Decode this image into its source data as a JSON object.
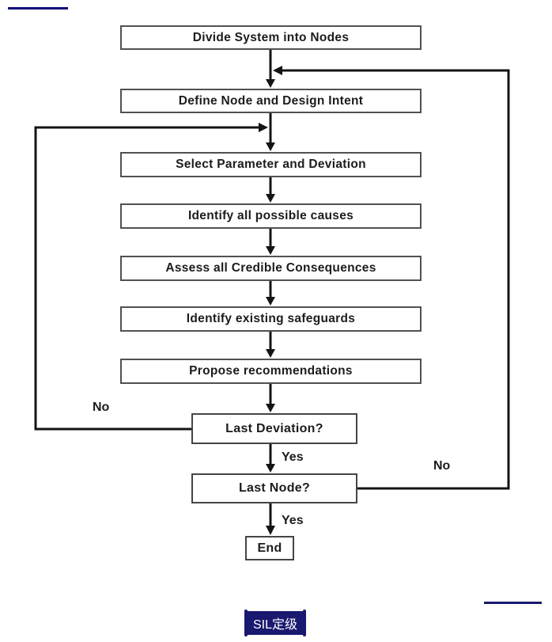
{
  "page": {
    "background": "#ffffff"
  },
  "decorations": {
    "top_left_rule_color": "#0a0a78",
    "bottom_right_rule_color": "#191970"
  },
  "flowchart": {
    "line_color": "#141414",
    "box_border_color": "#515151",
    "text_color": "#1c1c1c",
    "nodes": [
      {
        "id": "divide-system",
        "label": "Divide System into Nodes"
      },
      {
        "id": "define-node",
        "label": "Define Node and Design Intent"
      },
      {
        "id": "select-parameter",
        "label": "Select Parameter and Deviation"
      },
      {
        "id": "identify-causes",
        "label": "Identify all possible causes"
      },
      {
        "id": "assess-consequences",
        "label": "Assess all Credible Consequences"
      },
      {
        "id": "identify-safeguards",
        "label": "Identify existing safeguards"
      },
      {
        "id": "propose-recommendations",
        "label": "Propose recommendations"
      },
      {
        "id": "last-deviation",
        "label": "Last Deviation?"
      },
      {
        "id": "last-node",
        "label": "Last Node?"
      },
      {
        "id": "end",
        "label": "End"
      }
    ],
    "edge_labels": {
      "no_left": "No",
      "yes_after_last_deviation": "Yes",
      "no_right": "No",
      "yes_after_last_node": "Yes"
    }
  },
  "footer": {
    "badge_label": "SIL定级",
    "badge_bg": "#191970",
    "badge_text_color": "#ffffff"
  }
}
